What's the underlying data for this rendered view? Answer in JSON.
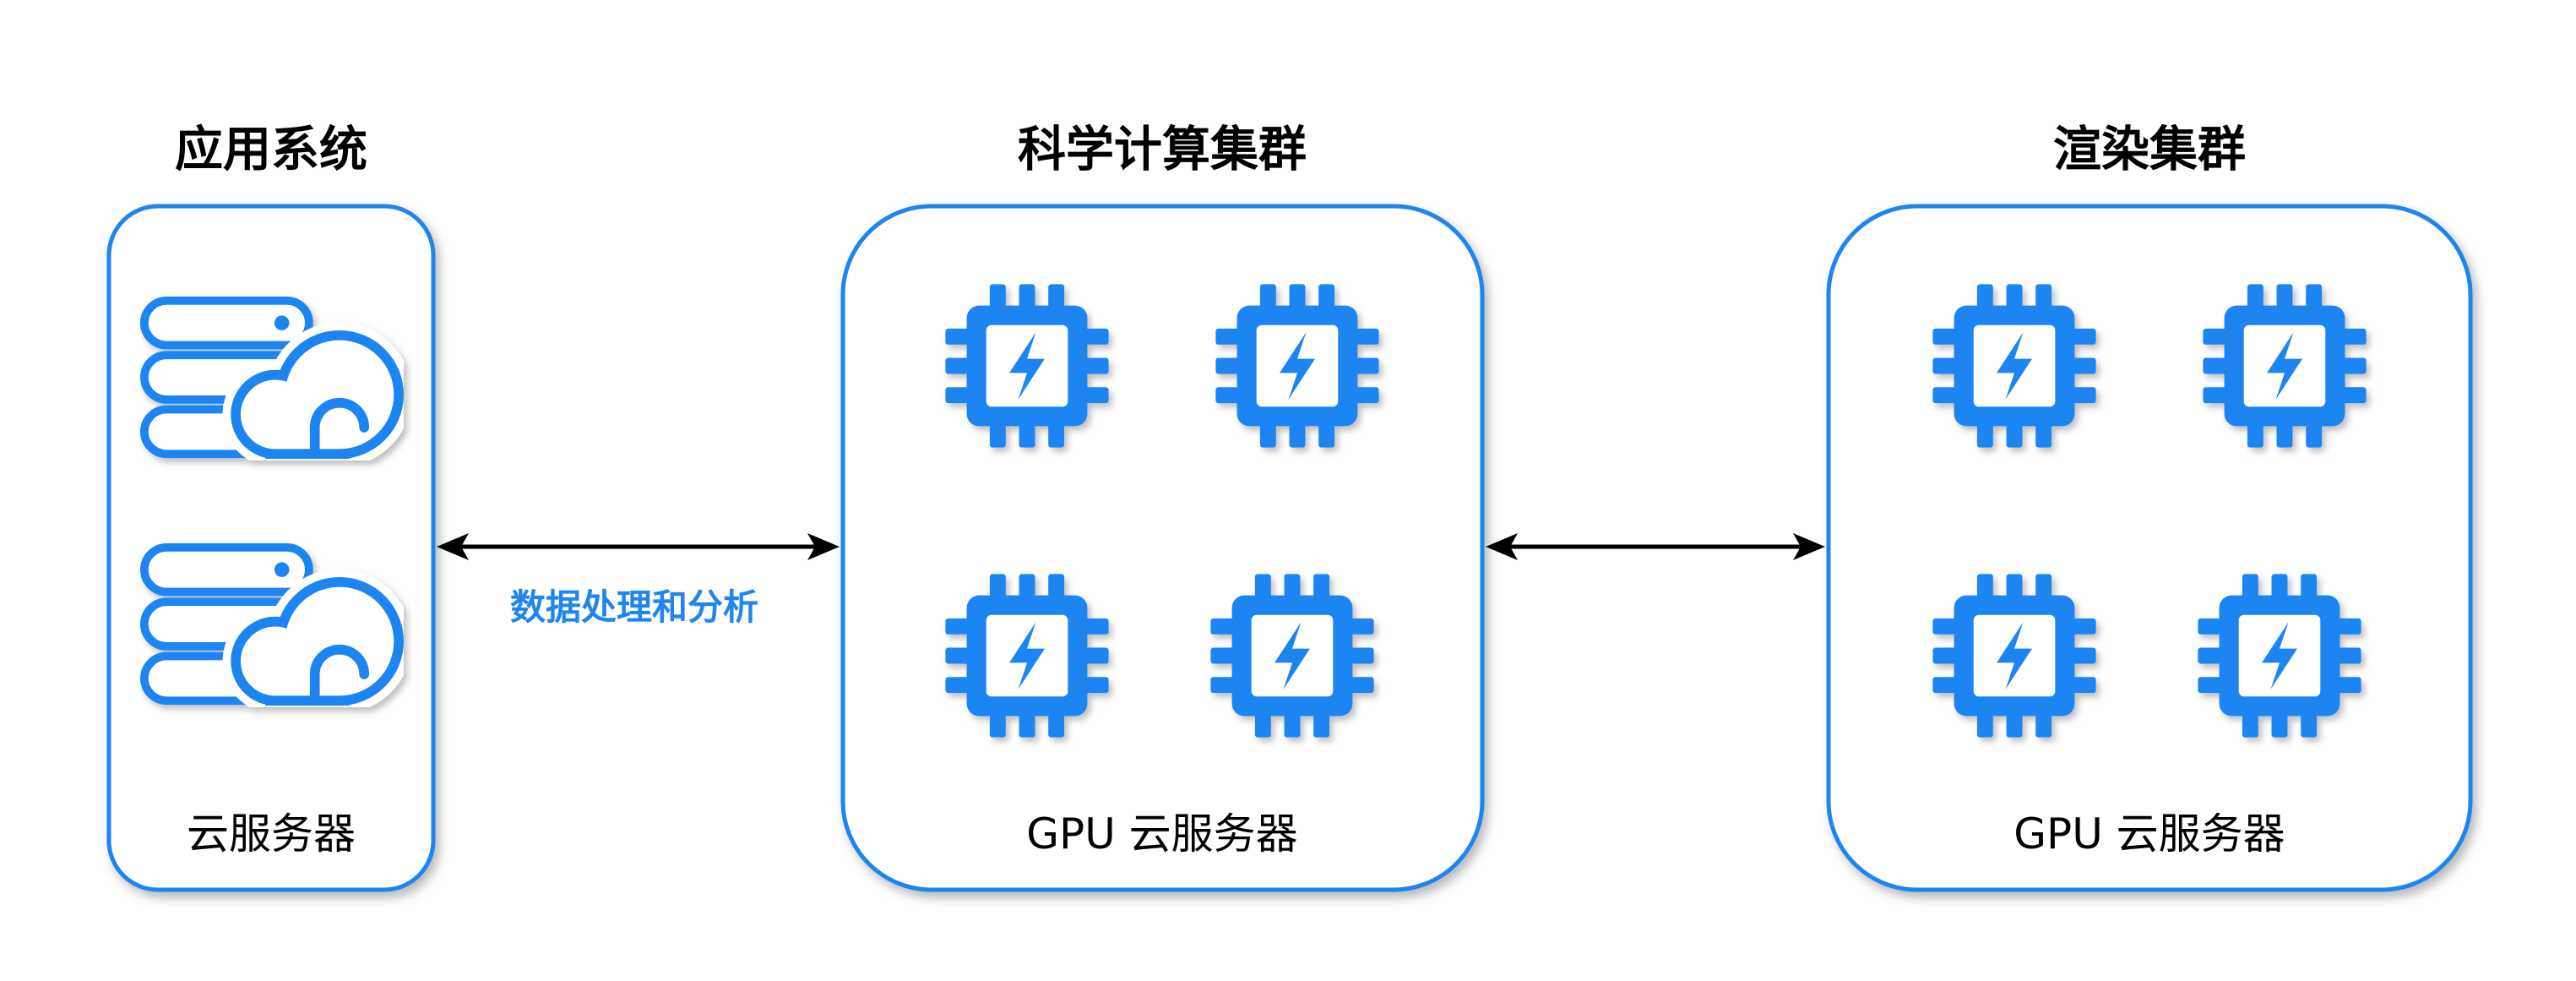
{
  "colors": {
    "accent": "#1E85F1",
    "arrow": "#000000",
    "text": "#000000",
    "background": "#FFFFFF"
  },
  "groups": [
    {
      "title": "应用系统",
      "label": "云服务器",
      "icons": [
        "server-cloud-icon",
        "server-cloud-icon"
      ]
    },
    {
      "title": "科学计算集群",
      "label": "GPU 云服务器",
      "icons": [
        "gpu-chip-icon",
        "gpu-chip-icon",
        "gpu-chip-icon",
        "gpu-chip-icon"
      ]
    },
    {
      "title": "渲染集群",
      "label": "GPU 云服务器",
      "icons": [
        "gpu-chip-icon",
        "gpu-chip-icon",
        "gpu-chip-icon",
        "gpu-chip-icon"
      ]
    }
  ],
  "connections": [
    {
      "between": [
        0,
        1
      ],
      "label": "数据处理和分析"
    },
    {
      "between": [
        1,
        2
      ]
    }
  ]
}
